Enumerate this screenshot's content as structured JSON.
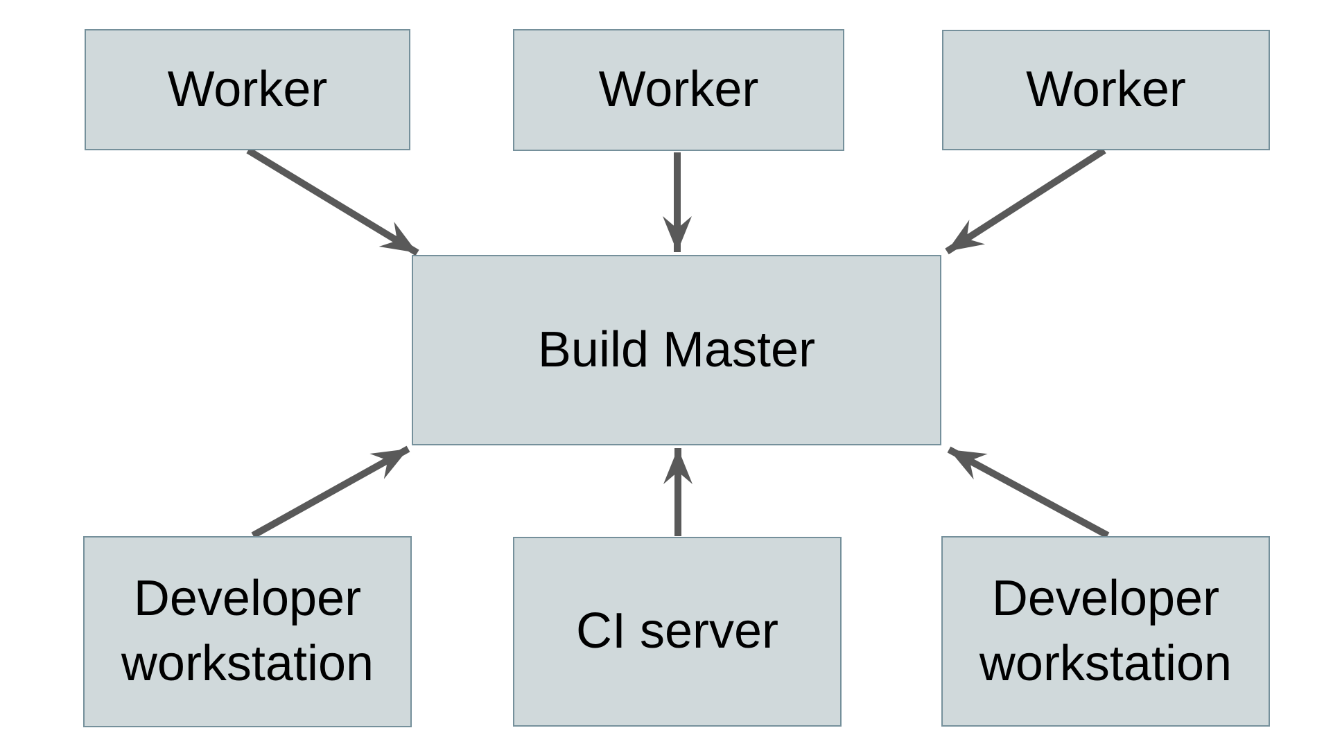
{
  "diagram": {
    "type": "architecture-diagram",
    "colors": {
      "background": "#ffffff",
      "node_fill": "#d0d9db",
      "node_border": "#75909b",
      "arrow_color": "#595959",
      "text": "#000000"
    },
    "nodes": [
      {
        "id": "worker-1",
        "label": "Worker"
      },
      {
        "id": "worker-2",
        "label": "Worker"
      },
      {
        "id": "worker-3",
        "label": "Worker"
      },
      {
        "id": "build-master",
        "label": "Build Master"
      },
      {
        "id": "developer-workstation-left",
        "label": "Developer workstation"
      },
      {
        "id": "ci-server",
        "label": "CI server"
      },
      {
        "id": "developer-workstation-right",
        "label": "Developer workstation"
      }
    ],
    "edges": [
      {
        "from": "worker-1",
        "to": "build-master"
      },
      {
        "from": "worker-2",
        "to": "build-master"
      },
      {
        "from": "worker-3",
        "to": "build-master"
      },
      {
        "from": "developer-workstation-left",
        "to": "build-master"
      },
      {
        "from": "ci-server",
        "to": "build-master"
      },
      {
        "from": "developer-workstation-right",
        "to": "build-master"
      }
    ]
  }
}
